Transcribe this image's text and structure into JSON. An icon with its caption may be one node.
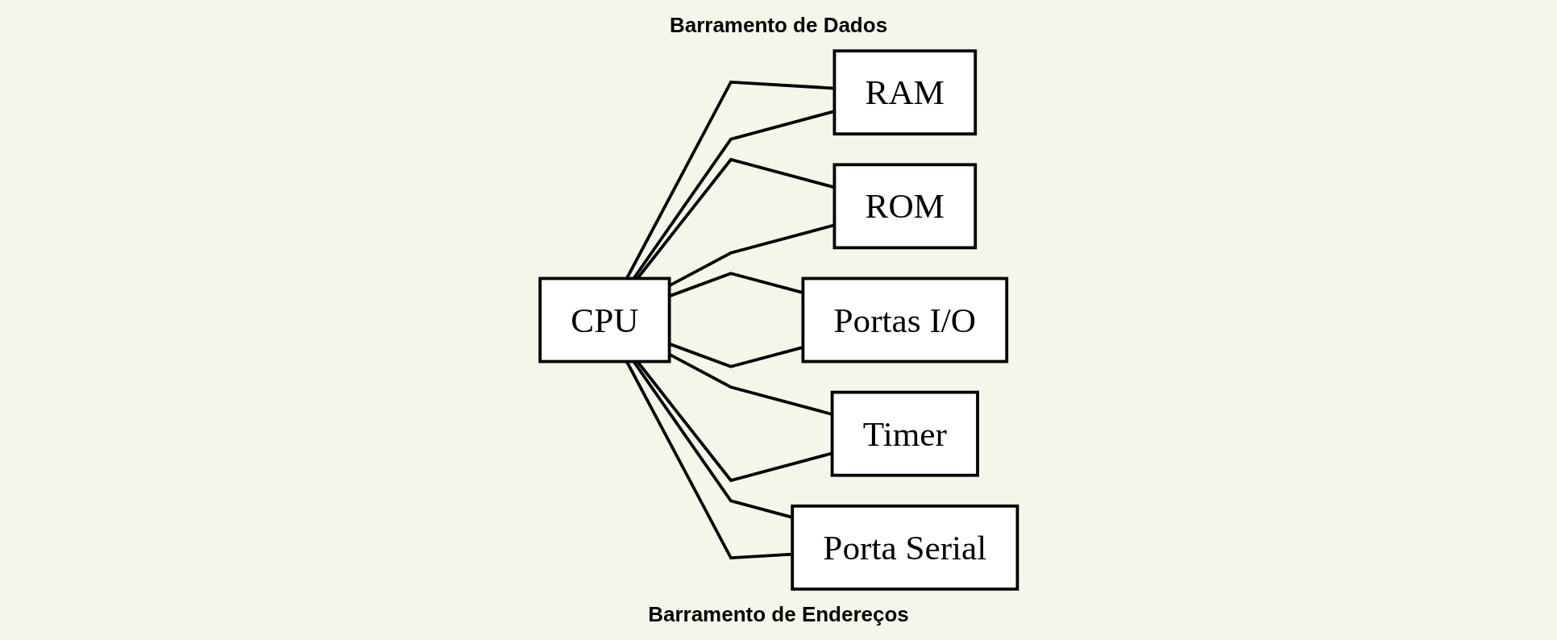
{
  "diagram": {
    "nodes": [
      {
        "text": [
          "CPU"
        ]
      },
      {
        "text": [
          "RAM"
        ]
      },
      {
        "text": [
          "ROM"
        ]
      },
      {
        "text": [
          "Portas I/O"
        ]
      },
      {
        "text": [
          "Timer"
        ]
      },
      {
        "text": [
          "Porta Serial"
        ]
      }
    ],
    "edges": [
      {
        "from": 0,
        "to": 1,
        "arrow": "none"
      },
      {
        "from": 0,
        "to": 2,
        "arrow": "none"
      },
      {
        "from": 0,
        "to": 3,
        "arrow": "none"
      },
      {
        "from": 0,
        "to": 4,
        "arrow": "none"
      },
      {
        "from": 0,
        "to": 5,
        "arrow": "none"
      },
      {
        "from": 0,
        "to": 1,
        "arrow": "none"
      },
      {
        "from": 0,
        "to": 2,
        "arrow": "none"
      },
      {
        "from": 0,
        "to": 3,
        "arrow": "none"
      },
      {
        "from": 0,
        "to": 4,
        "arrow": "none"
      },
      {
        "from": 0,
        "to": 5,
        "arrow": "none"
      }
    ],
    "labels": [
      "Barramento de Dados",
      "Barramento de Endereços"
    ]
  }
}
